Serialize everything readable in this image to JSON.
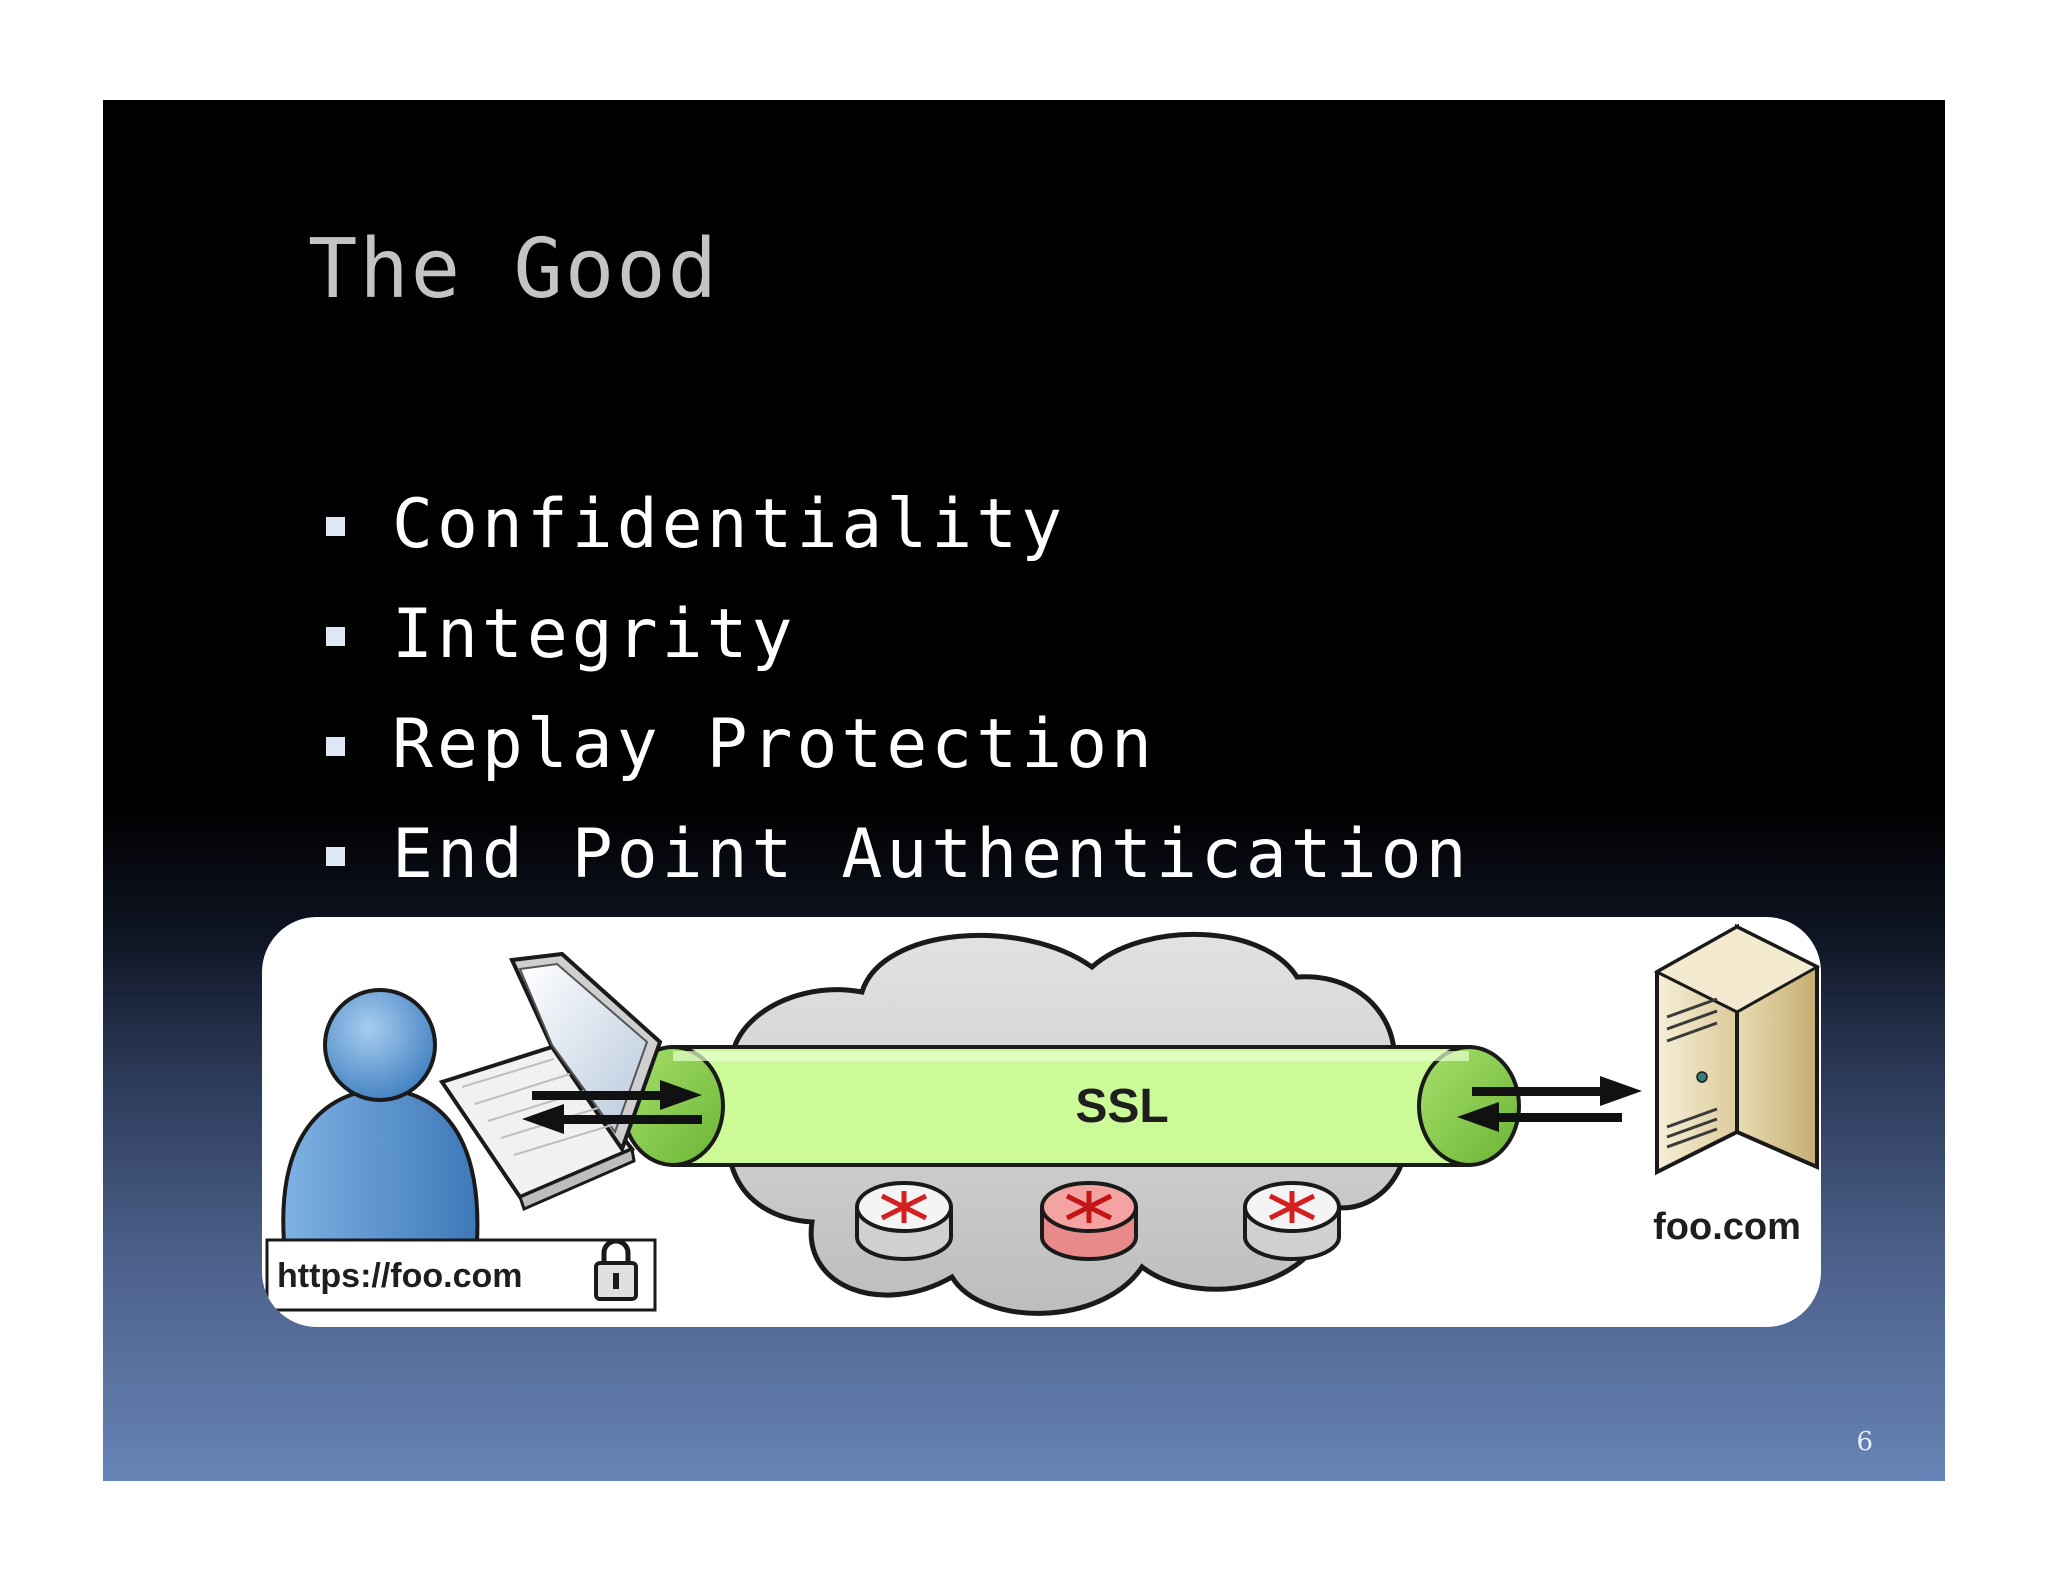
{
  "slide": {
    "title": "The Good",
    "bullets": [
      "Confidentiality",
      "Integrity",
      "Replay Protection",
      "End Point Authentication"
    ],
    "page_number": "6"
  },
  "diagram": {
    "tunnel_label": "SSL",
    "server_label": "foo.com",
    "address_bar_url": "https://foo.com",
    "icons": [
      "user-icon",
      "laptop-icon",
      "cloud-icon",
      "router-icon",
      "server-icon",
      "lock-icon"
    ],
    "colors": {
      "tunnel": "#cdfa98",
      "tunnel_end": "#8bd14a",
      "user": "#5b9bd8",
      "router_highlight": "#f4a3a3",
      "router_arrows": "#d42020",
      "server": "#e6d7ae"
    }
  }
}
